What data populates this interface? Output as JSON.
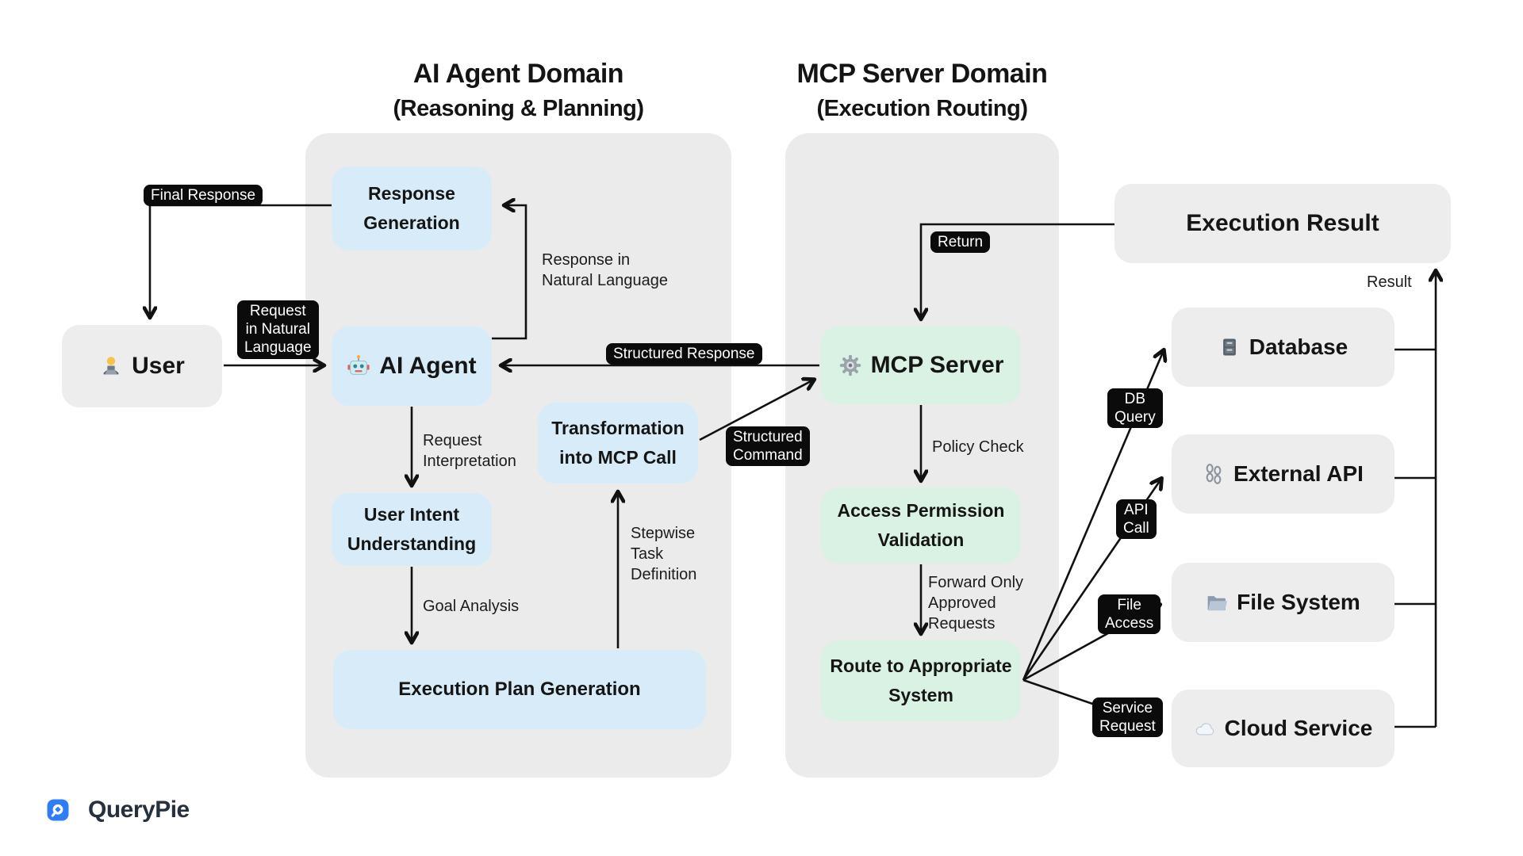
{
  "titles": {
    "agent": {
      "line1": "AI Agent Domain",
      "line2": "(Reasoning & Planning)"
    },
    "mcp": {
      "line1": "MCP Server Domain",
      "line2": "(Execution Routing)"
    }
  },
  "nodes": {
    "user": {
      "label": "User",
      "icon": {
        "name": "technologist",
        "glyph": "🧑‍💻"
      }
    },
    "response_generation": {
      "label": "Response\nGeneration"
    },
    "ai_agent": {
      "label": "AI Agent",
      "icon": {
        "name": "robot",
        "glyph": "🤖"
      }
    },
    "user_intent_understanding": {
      "label": "User Intent\nUnderstanding"
    },
    "execution_plan_generation": {
      "label": "Execution Plan Generation"
    },
    "transformation_into_mcp_call": {
      "label": "Transformation\ninto MCP Call"
    },
    "mcp_server": {
      "label": "MCP Server",
      "icon": {
        "name": "gear",
        "glyph": "⚙️"
      }
    },
    "access_permission_validation": {
      "label": "Access Permission\nValidation"
    },
    "route_to_appropriate_system": {
      "label": "Route to Appropriate\nSystem"
    },
    "execution_result": {
      "label": "Execution Result"
    },
    "database": {
      "label": "Database",
      "icon": {
        "name": "file-cabinet",
        "glyph": "🗄️"
      }
    },
    "external_api": {
      "label": "External API",
      "icon": {
        "name": "chains",
        "glyph": "⛓️"
      }
    },
    "file_system": {
      "label": "File System",
      "icon": {
        "name": "open-folder",
        "glyph": "📂"
      }
    },
    "cloud_service": {
      "label": "Cloud Service",
      "icon": {
        "name": "cloud",
        "glyph": "☁️"
      }
    }
  },
  "edge_labels": {
    "final_response": "Final Response",
    "request_in_natural_language": "Request\nin Natural\nLanguage",
    "response_in_natural_language": "Response in\nNatural Language",
    "request_interpretation": "Request\nInterpretation",
    "goal_analysis": "Goal Analysis",
    "stepwise_task_definition": "Stepwise\nTask\nDefinition",
    "structured_command": "Structured\nCommand",
    "structured_response": "Structured Response",
    "return": "Return",
    "policy_check": "Policy Check",
    "forward_only_approved_requests": "Forward Only\nApproved\nRequests",
    "db_query": "DB\nQuery",
    "api_call": "API\nCall",
    "file_access": "File\nAccess",
    "service_request": "Service\nRequest",
    "result": "Result"
  },
  "footer": {
    "brand": "QueryPie"
  },
  "colors": {
    "panel_bg": "#ebebeb",
    "blue_node": "#d7ecf8",
    "green_node": "#d9f2e3",
    "gray_node": "#ededed",
    "pill_bg": "#0b0b0b",
    "pill_text": "#ffffff",
    "arrow": "#111111",
    "brand_blue": "#2e7df6",
    "brand_text": "#27303f"
  }
}
